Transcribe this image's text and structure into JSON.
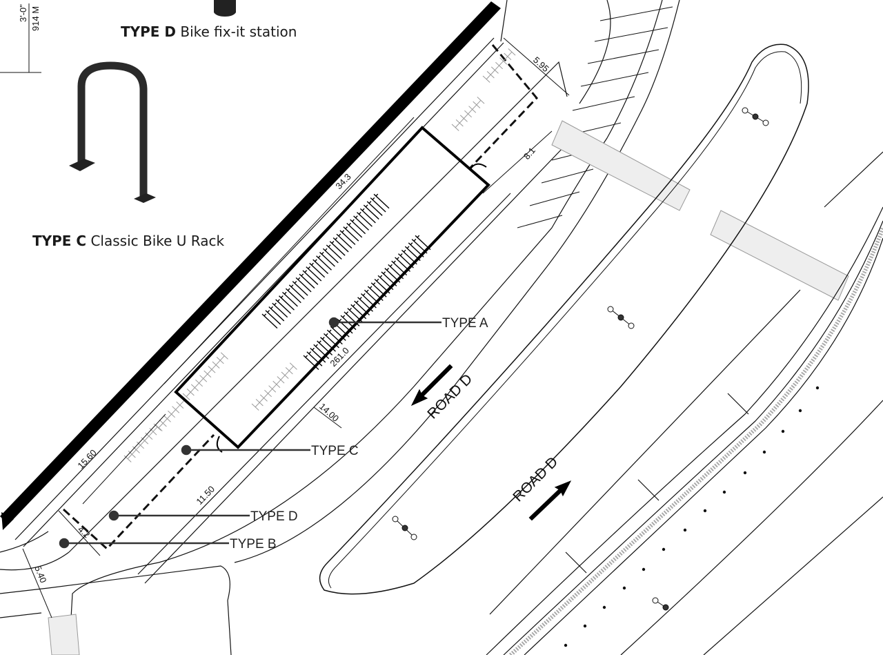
{
  "products": {
    "type_d": {
      "code": "TYPE D",
      "name": "Bike fix-it station"
    },
    "type_c": {
      "code": "TYPE C",
      "name": "Classic Bike U Rack"
    }
  },
  "height_dimension": {
    "imperial": "3'-0\"",
    "metric": "914 M"
  },
  "callouts": [
    {
      "label": "TYPE A"
    },
    {
      "label": "TYPE C"
    },
    {
      "label": "TYPE D"
    },
    {
      "label": "TYPE B"
    }
  ],
  "dimensions": {
    "length_top": "34.3",
    "length_rack": "261.0",
    "width_14": "14.00",
    "width_1560": "15.60",
    "width_1150": "11.50",
    "width_42": "4.2",
    "width_540": "5.40",
    "width_595": "5.95",
    "width_81": "8.1"
  },
  "roads": [
    {
      "label": "ROAD D",
      "direction": "southwest"
    },
    {
      "label": "ROAD D",
      "direction": "northeast"
    }
  ],
  "colors": {
    "ink": "#111111",
    "grey": "#888888",
    "wall": "#000000"
  }
}
